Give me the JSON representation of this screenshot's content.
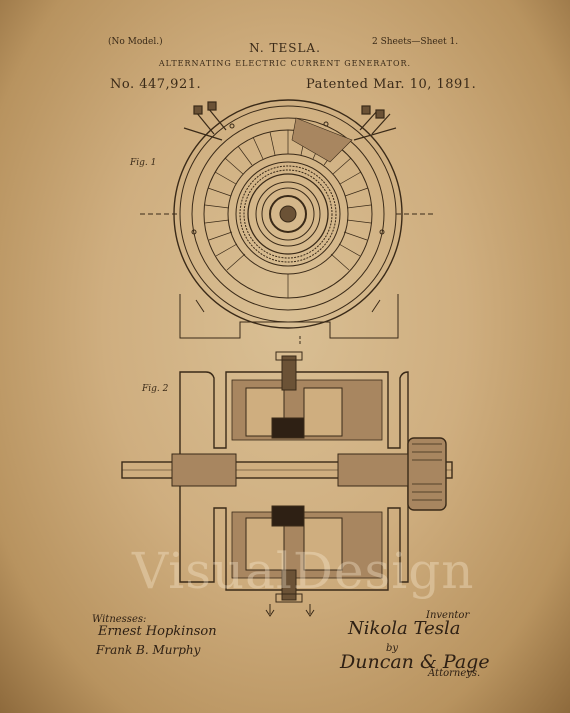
{
  "header": {
    "model": "(No Model.)",
    "inventor": "N. TESLA.",
    "sheets": "2 Sheets—Sheet 1.",
    "title": "ALTERNATING ELECTRIC CURRENT GENERATOR.",
    "patent_number": "No. 447,921.",
    "patent_date": "Patented Mar. 10, 1891."
  },
  "figures": {
    "fig1_label": "Fig. 1",
    "fig2_label": "Fig. 2"
  },
  "witnesses": {
    "label": "Witnesses:",
    "names": [
      "Ernest Hopkinson",
      "Frank B. Murphy"
    ]
  },
  "inventor_block": {
    "label": "Inventor",
    "signature": "Nikola Tesla",
    "by": "by",
    "attorneys": "Duncan & Page",
    "attorneys_label": "Attorneys."
  },
  "watermark": "VisualDesign",
  "colors": {
    "paper": "#d9bf94",
    "ink": "#3a2a18"
  }
}
